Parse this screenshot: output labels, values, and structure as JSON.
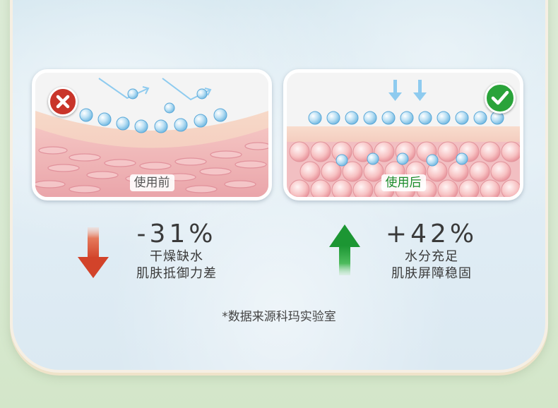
{
  "panels": {
    "before": {
      "label": "使用前",
      "status_icon": "close-icon",
      "status_color": "#d63a2a"
    },
    "after": {
      "label": "使用后",
      "status_icon": "check-icon",
      "status_color": "#29a33a"
    }
  },
  "stats": {
    "left": {
      "value": "-31%",
      "line1": "干燥缺水",
      "line2": "肌肤抵御力差",
      "arrow_color": "#d64a2e"
    },
    "right": {
      "value": "+42%",
      "line1": "水分充足",
      "line2": "肌肤屏障稳固",
      "arrow_color": "#1f9a35"
    }
  },
  "footnote": "*数据来源科玛实验室"
}
